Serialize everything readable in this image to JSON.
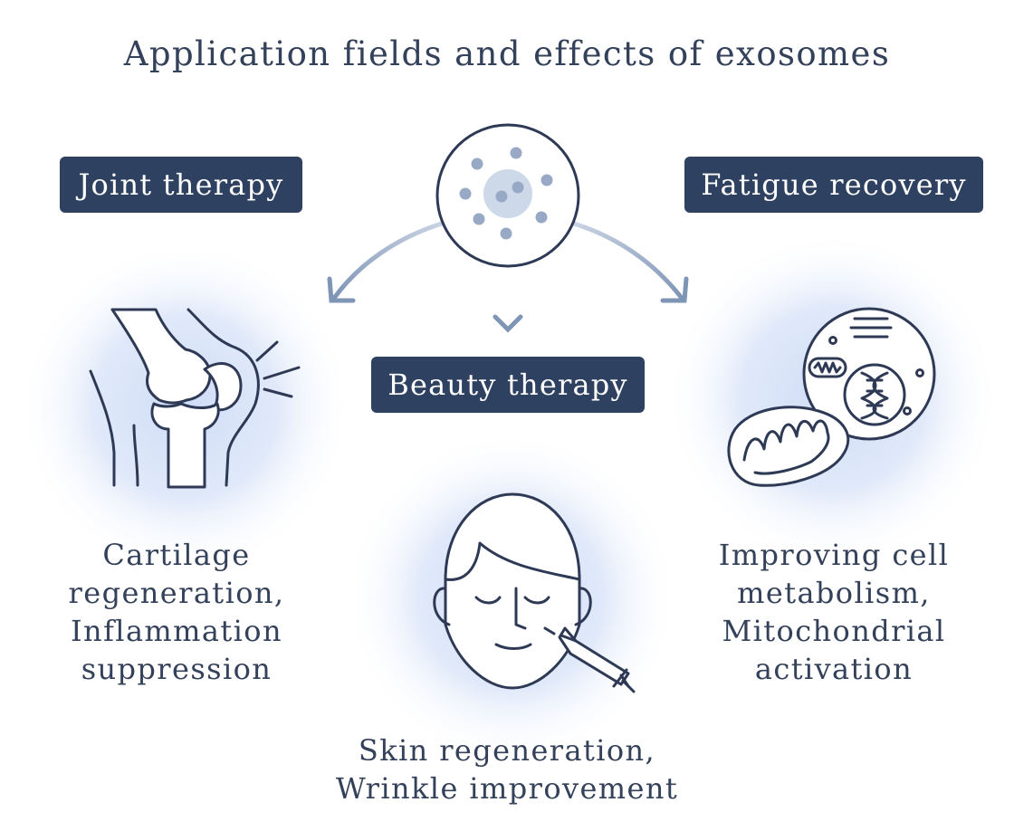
{
  "title": "Application fields and effects of exosomes",
  "exosome": {
    "icon": "exosome-icon"
  },
  "fields": [
    {
      "id": "joint",
      "label": "Joint therapy",
      "icon": "knee-joint-icon",
      "effect_lines": [
        "Cartilage",
        "regeneration,",
        "Inflammation",
        "suppression"
      ]
    },
    {
      "id": "fatigue",
      "label": "Fatigue recovery",
      "icon": "cell-mitochondria-icon",
      "effect_lines": [
        "Improving cell",
        "metabolism,",
        "Mitochondrial",
        "activation"
      ]
    },
    {
      "id": "beauty",
      "label": "Beauty therapy",
      "icon": "face-injection-icon",
      "effect_lines": [
        "Skin regeneration,",
        "Wrinkle improvement"
      ]
    }
  ],
  "colors": {
    "text": "#34415a",
    "tag_background": "#2f4161",
    "tag_text": "#ffffff",
    "glow": "#d5e2f8",
    "arrow": "#8fa3c0",
    "line_art": "#2e3a55"
  }
}
